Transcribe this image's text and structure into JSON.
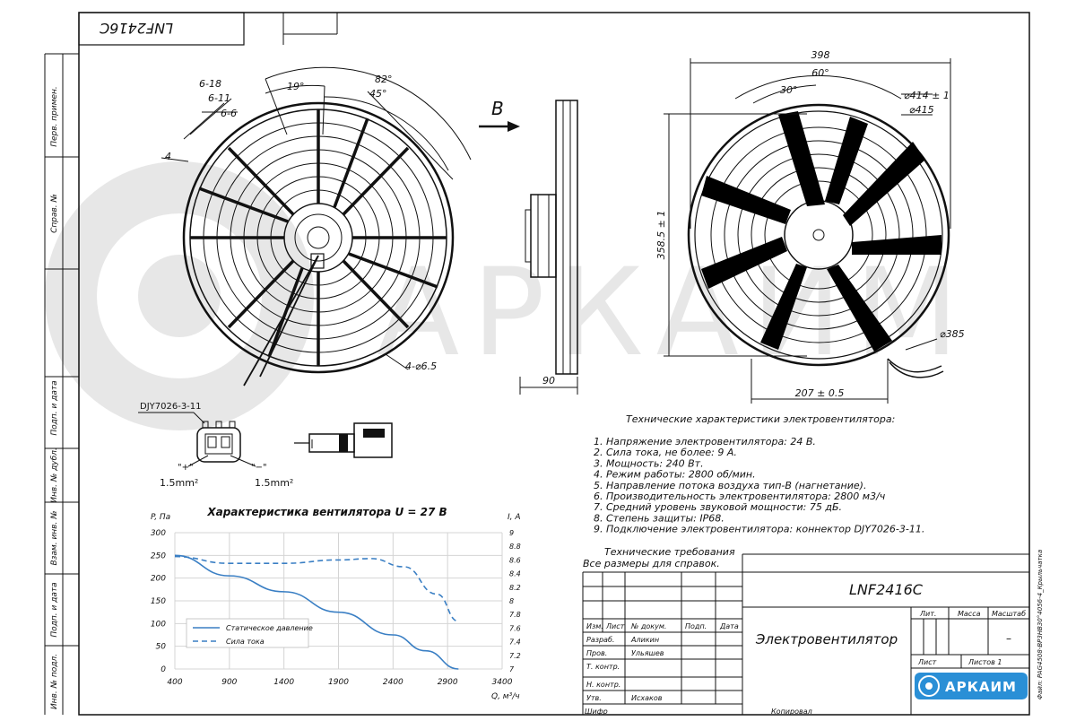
{
  "stamp_title": "LNF2416C",
  "side_labels": {
    "perv_primen": "Перв. примен.",
    "sprav_no": "Справ. №",
    "podp_data1": "Подп. и дата",
    "inv_dubl": "Инв. № дубл.",
    "vzam_inv": "Взам. инв. №",
    "podp_data2": "Подп. и дата",
    "inv_podl": "Инв. № подл."
  },
  "front_view": {
    "dim_6_18": "6-18",
    "dim_6_11": "6-11",
    "dim_6_6": "6-6",
    "dim_4": "4",
    "angle_19": "19°",
    "angle_82": "82°",
    "angle_45": "45°",
    "holes": "4-⌀6.5"
  },
  "direction_label": "B",
  "side_view": {
    "depth": "90"
  },
  "rear_view": {
    "width": "398",
    "angle_60": "60°",
    "angle_30": "30°",
    "d414": "⌀414 ± 1",
    "d415": "⌀415",
    "height": "358.5 ± 1",
    "d385": "⌀385",
    "mount": "207 ± 0.5"
  },
  "connector": {
    "code": "DJY7026-3-11",
    "plus": "\"+\"",
    "minus": "\"−\"",
    "wire_plus": "1.5mm²",
    "wire_minus": "1.5mm²"
  },
  "chart_data": {
    "type": "line",
    "title": "Характеристика вентилятора U = 27 В",
    "ylabel": "P, Па",
    "y2label": "I, A",
    "xlabel": "Q, м³/ч",
    "xlim": [
      400,
      3400
    ],
    "ylim": [
      0,
      300
    ],
    "y2lim": [
      7,
      9
    ],
    "x_ticks": [
      "400",
      "900",
      "1400",
      "1900",
      "2400",
      "2900",
      "3400"
    ],
    "y_ticks": [
      "0",
      "50",
      "100",
      "150",
      "200",
      "250",
      "300"
    ],
    "y2_ticks": [
      "7",
      "7.2",
      "7.4",
      "7.6",
      "7.8",
      "8",
      "8.2",
      "8.4",
      "8.6",
      "8.8",
      "9"
    ],
    "grid": true,
    "legend_position": "bottom-left",
    "series": [
      {
        "name": "Статическое давление",
        "axis": "left",
        "style": "solid",
        "color": "#3a7fc4",
        "x": [
          400,
          900,
          1400,
          1900,
          2400,
          2700,
          3000
        ],
        "y": [
          250,
          205,
          170,
          125,
          75,
          40,
          0
        ]
      },
      {
        "name": "Сила тока",
        "axis": "right",
        "style": "dashed",
        "color": "#3a7fc4",
        "x": [
          400,
          900,
          1400,
          1900,
          2200,
          2500,
          2800,
          3000
        ],
        "y": [
          8.65,
          8.55,
          8.55,
          8.6,
          8.62,
          8.5,
          8.1,
          7.7
        ]
      }
    ]
  },
  "specs": {
    "title": "Технические характеристики электровентилятора:",
    "items": [
      "1. Напряжение электровентилятора: 24 В.",
      "2. Сила тока, не более: 9 А.",
      "3. Мощность: 240 Вт.",
      "4. Режим работы: 2800 об/мин.",
      "5. Направление потока воздуха тип-В (нагнетание).",
      "6. Производительность электровентилятора: 2800 м3/ч",
      "7. Средний уровень звуковой мощности: 75 дБ.",
      "8. Степень защиты: IP68.",
      "9. Подключение электровентилятора: коннектор DJY7026-3-11."
    ],
    "req_title": "Технические требования",
    "req_text": "Все размеры для справок."
  },
  "title_block": {
    "code": "LNF2416C",
    "name": "Электровентилятор",
    "col_izm": "Изм.",
    "col_list": "Лист",
    "col_ndok": "№ докум.",
    "col_podp": "Подп.",
    "col_data": "Дата",
    "razrab": "Разраб.",
    "razrab_name": "Аликин",
    "prov": "Пров.",
    "prov_name": "Ульяшев",
    "tkontr": "Т. контр.",
    "nkontr": "Н. контр.",
    "utv": "Утв.",
    "utv_name": "Исхаков",
    "lit": "Лит.",
    "massa": "Масса",
    "masshtab": "Масштаб",
    "masshtab_val": "–",
    "list": "Лист",
    "listov": "Листов 1",
    "logo_text": "АРКАИМ",
    "kopiroval": "Копировал",
    "shifr": "Шифр",
    "file_label": "Файл: PAG4508-BP3HB30°4056-4_Крыльчатка"
  },
  "watermark_text": "АРКАИМ"
}
